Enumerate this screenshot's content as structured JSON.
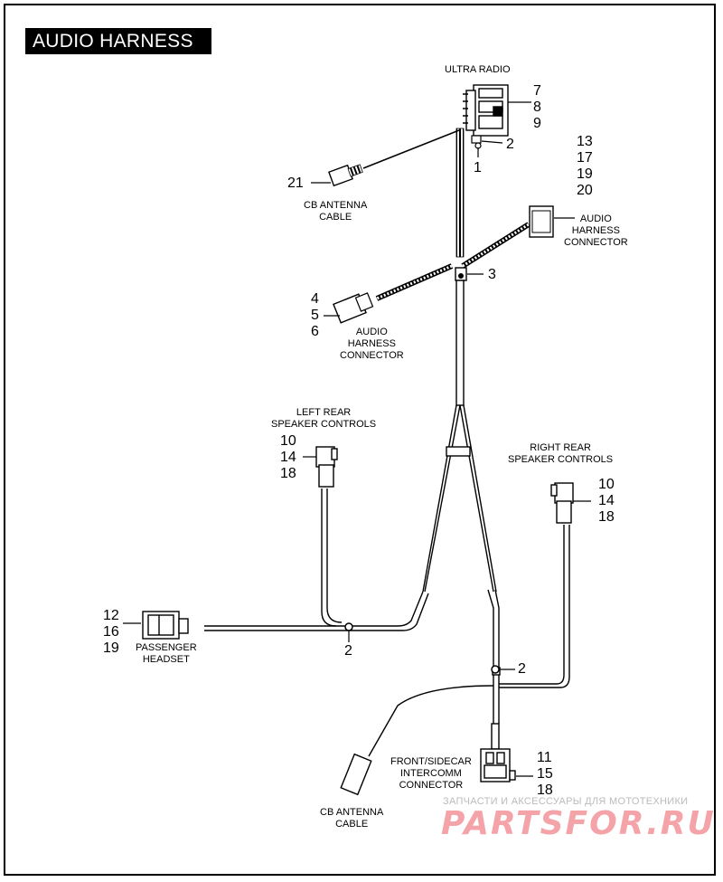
{
  "title": "AUDIO HARNESS",
  "labels": {
    "ultra_radio": "ULTRA RADIO",
    "cb_antenna_top": [
      "CB ANTENNA",
      "CABLE"
    ],
    "audio_connector_right": [
      "AUDIO",
      "HARNESS",
      "CONNECTOR"
    ],
    "audio_connector_left": [
      "AUDIO",
      "HARNESS",
      "CONNECTOR"
    ],
    "left_rear": [
      "LEFT REAR",
      "SPEAKER CONTROLS"
    ],
    "right_rear": [
      "RIGHT REAR",
      "SPEAKER CONTROLS"
    ],
    "passenger": [
      "PASSENGER",
      "HEADSET"
    ],
    "intercom": [
      "FRONT/SIDECAR",
      "INTERCOMM",
      "CONNECTOR"
    ],
    "cb_antenna_bottom": [
      "CB ANTENNA",
      "CABLE"
    ]
  },
  "callouts": {
    "radio_parts": [
      "7",
      "8",
      "9"
    ],
    "clip_top": "2",
    "screw": "1",
    "cb_top": "21",
    "connector_right": [
      "13",
      "17",
      "19",
      "20"
    ],
    "clamp": "3",
    "connector_left": [
      "4",
      "5",
      "6"
    ],
    "left_rear": [
      "10",
      "14",
      "18"
    ],
    "right_rear": [
      "10",
      "14",
      "18"
    ],
    "passenger": [
      "12",
      "16",
      "19"
    ],
    "clip_left": "2",
    "clip_right": "2",
    "intercom": [
      "11",
      "15",
      "18"
    ]
  },
  "watermark": {
    "line1": "ЗАПЧАСТИ И АКСЕССУАРЫ ДЛЯ МОТОТЕХНИКИ",
    "line2": "PARTSFOR.RU"
  }
}
